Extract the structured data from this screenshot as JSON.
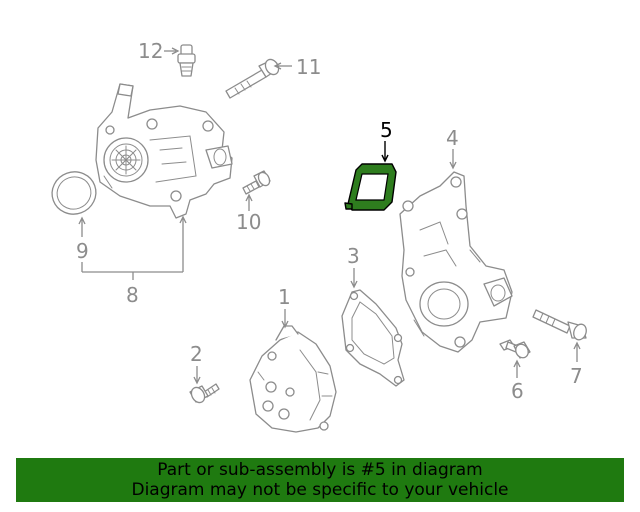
{
  "callouts": {
    "c1": "1",
    "c2": "2",
    "c3": "3",
    "c4": "4",
    "c5": "5",
    "c6": "6",
    "c7": "7",
    "c8": "8",
    "c9": "9",
    "c10": "10",
    "c11": "11",
    "c12": "12"
  },
  "highlighted_part": "5",
  "colors": {
    "highlight": "#2e7d1e",
    "banner": "#1f7a10",
    "line": "#8c8c8c"
  },
  "banner": {
    "line1": "Part or sub-assembly is #5 in diagram",
    "line2": "Diagram may not be specific to your vehicle"
  }
}
